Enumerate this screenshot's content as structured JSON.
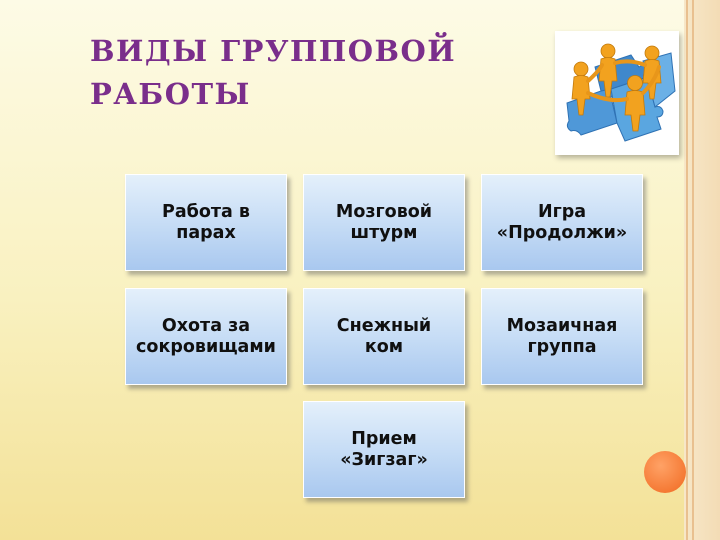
{
  "slide": {
    "title_lines": [
      "ВИДЫ ГРУППОВОЙ",
      "РАБОТЫ"
    ],
    "picture_icon": "people-on-puzzle-icon",
    "items": [
      "Работа в\nпарах",
      "Мозговой\nштурм",
      "Игра\n«Продолжи»",
      "Охота за\nсокровищами",
      "Снежный\nком",
      "Мозаичная\nгруппа",
      "Прием\n«Зигзаг»"
    ]
  },
  "colors": {
    "title": "#7a2e8b",
    "box": "#c4dbf5",
    "accent_dot": "#f57a35"
  }
}
